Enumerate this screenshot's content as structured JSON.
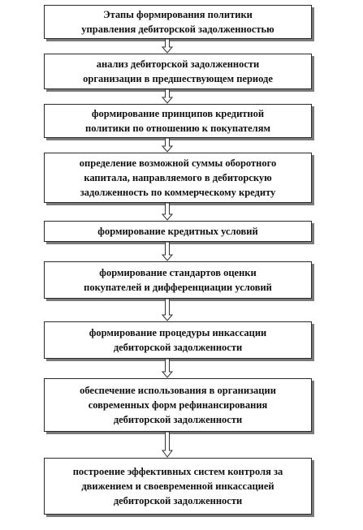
{
  "diagram": {
    "title_lines": [
      "Этапы формирования политики",
      "управления дебиторской задолженностью"
    ],
    "steps": [
      {
        "lines": [
          "анализ дебиторской задолженности",
          "организации в предшествующем периоде"
        ]
      },
      {
        "lines": [
          "формирование принципов кредитной",
          "политики по отношению к покупателям"
        ]
      },
      {
        "lines": [
          "определение возможной суммы оборотного",
          "капитала, направляемого в дебиторскую",
          "задолженность по коммерческому кредиту"
        ]
      },
      {
        "lines": [
          "формирование кредитных условий"
        ]
      },
      {
        "lines": [
          "формирование стандартов оценки",
          "покупателей и дифференциации условий"
        ]
      },
      {
        "lines": [
          "формирование процедуры инкассации",
          "дебиторской задолженности"
        ]
      },
      {
        "lines": [
          "обеспечение использования в организации",
          "современных форм рефинансирования",
          "дебиторской задолженности"
        ]
      },
      {
        "lines": [
          "построение эффективных систем контроля за",
          "движением и своевременной инкассацией",
          "дебиторской задолженности"
        ]
      }
    ],
    "arrow_icon": "hollow-down-arrow-icon"
  }
}
